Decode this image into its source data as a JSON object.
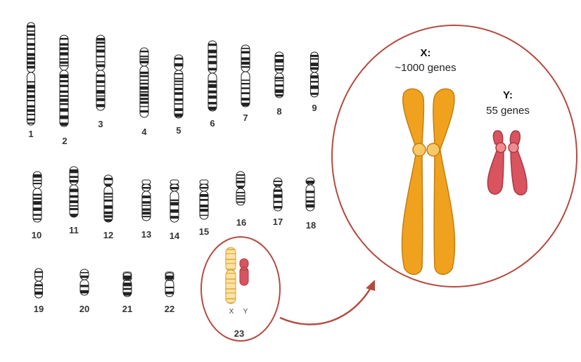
{
  "labels": [
    "1",
    "2",
    "3",
    "4",
    "5",
    "6",
    "7",
    "8",
    "9",
    "10",
    "11",
    "12",
    "13",
    "14",
    "15",
    "16",
    "17",
    "18",
    "19",
    "20",
    "21",
    "22"
  ],
  "pair23": {
    "number": "23",
    "x_letter": "X",
    "y_letter": "Y"
  },
  "zoom": {
    "x_title": "X:",
    "x_genes": "~1000 genes",
    "y_title": "Y:",
    "y_genes": "55 genes"
  },
  "colors": {
    "band_dark": "#222222",
    "x_chromosome": "#f0a21e",
    "x_outline": "#c47e10",
    "y_chromosome": "#d9545e",
    "y_outline": "#a83a44",
    "circle_outline": "#b54a3f",
    "arrow": "#b54a3f"
  }
}
